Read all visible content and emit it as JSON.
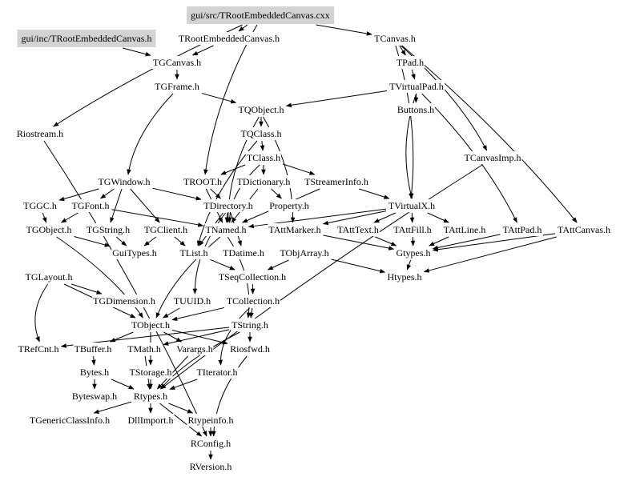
{
  "diagram": {
    "title": "gui/src/TRootEmbeddedCanvas.cxx include dependency graph",
    "highlight_color": "#d3d3d3",
    "edge_color": "#000000",
    "nodes": [
      {
        "id": "src",
        "label": "gui/src/TRootEmbeddedCanvas.cxx",
        "highlighted": true
      },
      {
        "id": "inc",
        "label": "gui/inc/TRootEmbeddedCanvas.h",
        "highlighted": true
      },
      {
        "id": "TRootEmbeddedCanvas",
        "label": "TRootEmbeddedCanvas.h"
      },
      {
        "id": "TCanvas",
        "label": "TCanvas.h"
      },
      {
        "id": "TGCanvas",
        "label": "TGCanvas.h"
      },
      {
        "id": "TPad",
        "label": "TPad.h"
      },
      {
        "id": "TGFrame",
        "label": "TGFrame.h"
      },
      {
        "id": "TVirtualPad",
        "label": "TVirtualPad.h"
      },
      {
        "id": "TQObject",
        "label": "TQObject.h"
      },
      {
        "id": "Buttons",
        "label": "Buttons.h"
      },
      {
        "id": "Riostream",
        "label": "Riostream.h"
      },
      {
        "id": "TQClass",
        "label": "TQClass.h"
      },
      {
        "id": "TCanvasImp",
        "label": "TCanvasImp.h"
      },
      {
        "id": "TClass",
        "label": "TClass.h"
      },
      {
        "id": "TGWindow",
        "label": "TGWindow.h"
      },
      {
        "id": "TROOT",
        "label": "TROOT.h"
      },
      {
        "id": "TDictionary",
        "label": "TDictionary.h"
      },
      {
        "id": "TStreamerInfo",
        "label": "TStreamerInfo.h"
      },
      {
        "id": "TVirtualX",
        "label": "TVirtualX.h"
      },
      {
        "id": "TGGC",
        "label": "TGGC.h"
      },
      {
        "id": "TGFont",
        "label": "TGFont.h"
      },
      {
        "id": "TDirectory",
        "label": "TDirectory.h"
      },
      {
        "id": "Property",
        "label": "Property.h"
      },
      {
        "id": "TGObject",
        "label": "TGObject.h"
      },
      {
        "id": "TGString",
        "label": "TGString.h"
      },
      {
        "id": "TGClient",
        "label": "TGClient.h"
      },
      {
        "id": "TNamed",
        "label": "TNamed.h"
      },
      {
        "id": "TAttMarker",
        "label": "TAttMarker.h"
      },
      {
        "id": "TAttText",
        "label": "TAttText.h"
      },
      {
        "id": "TAttFill",
        "label": "TAttFill.h"
      },
      {
        "id": "TAttLine",
        "label": "TAttLine.h"
      },
      {
        "id": "TAttPad",
        "label": "TAttPad.h"
      },
      {
        "id": "TAttCanvas",
        "label": "TAttCanvas.h"
      },
      {
        "id": "GuiTypes",
        "label": "GuiTypes.h"
      },
      {
        "id": "TList",
        "label": "TList.h"
      },
      {
        "id": "TDatime",
        "label": "TDatime.h"
      },
      {
        "id": "TObjArray",
        "label": "TObjArray.h"
      },
      {
        "id": "Gtypes",
        "label": "Gtypes.h"
      },
      {
        "id": "TGLayout",
        "label": "TGLayout.h"
      },
      {
        "id": "TSeqCollection",
        "label": "TSeqCollection.h"
      },
      {
        "id": "Htypes",
        "label": "Htypes.h"
      },
      {
        "id": "TGDimension",
        "label": "TGDimension.h"
      },
      {
        "id": "TUUID",
        "label": "TUUID.h"
      },
      {
        "id": "TCollection",
        "label": "TCollection.h"
      },
      {
        "id": "TObject",
        "label": "TObject.h"
      },
      {
        "id": "TString",
        "label": "TString.h"
      },
      {
        "id": "TRefCnt",
        "label": "TRefCnt.h"
      },
      {
        "id": "TBuffer",
        "label": "TBuffer.h"
      },
      {
        "id": "TMath",
        "label": "TMath.h"
      },
      {
        "id": "Varargs",
        "label": "Varargs.h"
      },
      {
        "id": "Riosfwd",
        "label": "Riosfwd.h"
      },
      {
        "id": "Bytes",
        "label": "Bytes.h"
      },
      {
        "id": "TStorage",
        "label": "TStorage.h"
      },
      {
        "id": "TIterator",
        "label": "TIterator.h"
      },
      {
        "id": "Byteswap",
        "label": "Byteswap.h"
      },
      {
        "id": "Rtypes",
        "label": "Rtypes.h"
      },
      {
        "id": "TGenericClassInfo",
        "label": "TGenericClassInfo.h"
      },
      {
        "id": "DllImport",
        "label": "DllImport.h"
      },
      {
        "id": "Rtypeinfo",
        "label": "Rtypeinfo.h"
      },
      {
        "id": "RConfig",
        "label": "RConfig.h"
      },
      {
        "id": "RVersion",
        "label": "RVersion.h"
      }
    ],
    "edges": [
      [
        "src",
        "TRootEmbeddedCanvas"
      ],
      [
        "src",
        "TCanvas"
      ],
      [
        "src",
        "Riostream"
      ],
      [
        "src",
        "TROOT"
      ],
      [
        "inc",
        "TGCanvas"
      ],
      [
        "TRootEmbeddedCanvas",
        "TGCanvas"
      ],
      [
        "TGCanvas",
        "TGFrame"
      ],
      [
        "TGFrame",
        "TQObject"
      ],
      [
        "TGFrame",
        "TGWindow"
      ],
      [
        "TCanvas",
        "TPad"
      ],
      [
        "TCanvas",
        "TCanvasImp"
      ],
      [
        "TCanvas",
        "TAttCanvas"
      ],
      [
        "TCanvas",
        "TVirtualX"
      ],
      [
        "TPad",
        "TVirtualPad"
      ],
      [
        "TVirtualPad",
        "Buttons"
      ],
      [
        "TVirtualPad",
        "TQObject"
      ],
      [
        "TVirtualPad",
        "TAttPad"
      ],
      [
        "TVirtualPad",
        "TVirtualX"
      ],
      [
        "TQObject",
        "TQClass"
      ],
      [
        "TQObject",
        "TNamed"
      ],
      [
        "TQObject",
        "TAttMarker"
      ],
      [
        "TQClass",
        "TClass"
      ],
      [
        "TQClass",
        "TList"
      ],
      [
        "TClass",
        "TROOT"
      ],
      [
        "TClass",
        "TDictionary"
      ],
      [
        "TClass",
        "TStreamerInfo"
      ],
      [
        "TClass",
        "TNamed"
      ],
      [
        "TROOT",
        "TDirectory"
      ],
      [
        "TROOT",
        "TNamed"
      ],
      [
        "TDictionary",
        "Property"
      ],
      [
        "TDictionary",
        "TNamed"
      ],
      [
        "TStreamerInfo",
        "TNamed"
      ],
      [
        "TStreamerInfo",
        "TVirtualX"
      ],
      [
        "TGWindow",
        "TGGC"
      ],
      [
        "TGWindow",
        "TGFont"
      ],
      [
        "TGWindow",
        "TGClient"
      ],
      [
        "TGWindow",
        "TGString"
      ],
      [
        "TGWindow",
        "TDirectory"
      ],
      [
        "TGGC",
        "TGObject"
      ],
      [
        "TGFont",
        "TGObject"
      ],
      [
        "TGFont",
        "TNamed"
      ],
      [
        "TGObject",
        "TObject"
      ],
      [
        "TGObject",
        "GuiTypes"
      ],
      [
        "TGString",
        "GuiTypes"
      ],
      [
        "TGClient",
        "GuiTypes"
      ],
      [
        "TGClient",
        "TList"
      ],
      [
        "TVirtualX",
        "TAttMarker"
      ],
      [
        "TVirtualX",
        "TAttText"
      ],
      [
        "TVirtualX",
        "TAttFill"
      ],
      [
        "TVirtualX",
        "TAttLine"
      ],
      [
        "TVirtualX",
        "TNamed"
      ],
      [
        "TAttMarker",
        "Gtypes"
      ],
      [
        "TAttText",
        "Gtypes"
      ],
      [
        "TAttFill",
        "Gtypes"
      ],
      [
        "TAttLine",
        "Gtypes"
      ],
      [
        "TAttPad",
        "Gtypes"
      ],
      [
        "TAttCanvas",
        "Gtypes"
      ],
      [
        "TAttCanvas",
        "Htypes"
      ],
      [
        "Gtypes",
        "Htypes"
      ],
      [
        "TCanvasImp",
        "Rtypes"
      ],
      [
        "TDirectory",
        "TNamed"
      ],
      [
        "TDirectory",
        "TList"
      ],
      [
        "TDirectory",
        "TDatime"
      ],
      [
        "TDirectory",
        "TUUID"
      ],
      [
        "TNamed",
        "TObject"
      ],
      [
        "TNamed",
        "TString"
      ],
      [
        "TList",
        "TSeqCollection"
      ],
      [
        "TObjArray",
        "TSeqCollection"
      ],
      [
        "TObjArray",
        "Htypes"
      ],
      [
        "TSeqCollection",
        "TCollection"
      ],
      [
        "TCollection",
        "TObject"
      ],
      [
        "TCollection",
        "TIterator"
      ],
      [
        "TCollection",
        "TString"
      ],
      [
        "TGLayout",
        "TGDimension"
      ],
      [
        "TGLayout",
        "TRefCnt"
      ],
      [
        "TGLayout",
        "TObject"
      ],
      [
        "TUUID",
        "TObject"
      ],
      [
        "TObject",
        "TStorage"
      ],
      [
        "TObject",
        "Varargs"
      ],
      [
        "TObject",
        "TBuffer"
      ],
      [
        "TObject",
        "Riosfwd"
      ],
      [
        "TString",
        "TRefCnt"
      ],
      [
        "TString",
        "Riosfwd"
      ],
      [
        "TString",
        "TMath"
      ],
      [
        "TString",
        "Rtypes"
      ],
      [
        "TBuffer",
        "Bytes"
      ],
      [
        "Bytes",
        "Byteswap"
      ],
      [
        "Bytes",
        "Rtypes"
      ],
      [
        "TMath",
        "Rtypes"
      ],
      [
        "TStorage",
        "Rtypes"
      ],
      [
        "TIterator",
        "Rtypes"
      ],
      [
        "Varargs",
        "Rtypes"
      ],
      [
        "Rtypes",
        "TGenericClassInfo"
      ],
      [
        "Rtypes",
        "DllImport"
      ],
      [
        "Rtypes",
        "Rtypeinfo"
      ],
      [
        "Rtypes",
        "RConfig"
      ],
      [
        "Rtypeinfo",
        "RConfig"
      ],
      [
        "Riosfwd",
        "RConfig"
      ],
      [
        "RConfig",
        "RVersion"
      ],
      [
        "Riostream",
        "RConfig"
      ]
    ]
  }
}
